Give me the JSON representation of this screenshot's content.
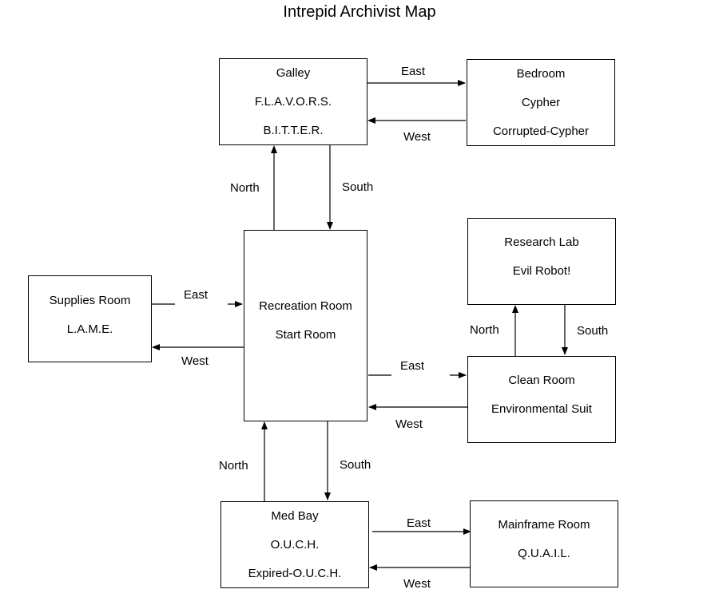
{
  "title": "Intrepid Archivist Map",
  "rooms": {
    "galley": {
      "name": "Galley",
      "items": [
        "F.L.A.V.O.R.S.",
        "B.I.T.T.E.R."
      ]
    },
    "bedroom": {
      "name": "Bedroom",
      "items": [
        "Cypher",
        "Corrupted-Cypher"
      ]
    },
    "research_lab": {
      "name": "Research Lab",
      "items": [
        "Evil Robot!"
      ]
    },
    "supplies_room": {
      "name": "Supplies Room",
      "items": [
        "L.A.M.E."
      ]
    },
    "recreation_room": {
      "name": "Recreation Room",
      "items": [
        "Start Room"
      ]
    },
    "clean_room": {
      "name": "Clean Room",
      "items": [
        "Environmental Suit"
      ]
    },
    "med_bay": {
      "name": "Med Bay",
      "items": [
        "O.U.C.H.",
        "Expired-O.U.C.H."
      ]
    },
    "mainframe_room": {
      "name": "Mainframe Room",
      "items": [
        "Q.U.A.I.L."
      ]
    }
  },
  "directions": {
    "galley_bedroom_east": "East",
    "bedroom_galley_west": "West",
    "rec_galley_north": "North",
    "galley_rec_south": "South",
    "supplies_rec_east": "East",
    "rec_supplies_west": "West",
    "clean_research_north": "North",
    "research_clean_south": "South",
    "rec_clean_east": "East",
    "clean_rec_west": "West",
    "medbay_rec_north": "North",
    "rec_medbay_south": "South",
    "medbay_mainframe_east": "East",
    "mainframe_medbay_west": "West"
  }
}
